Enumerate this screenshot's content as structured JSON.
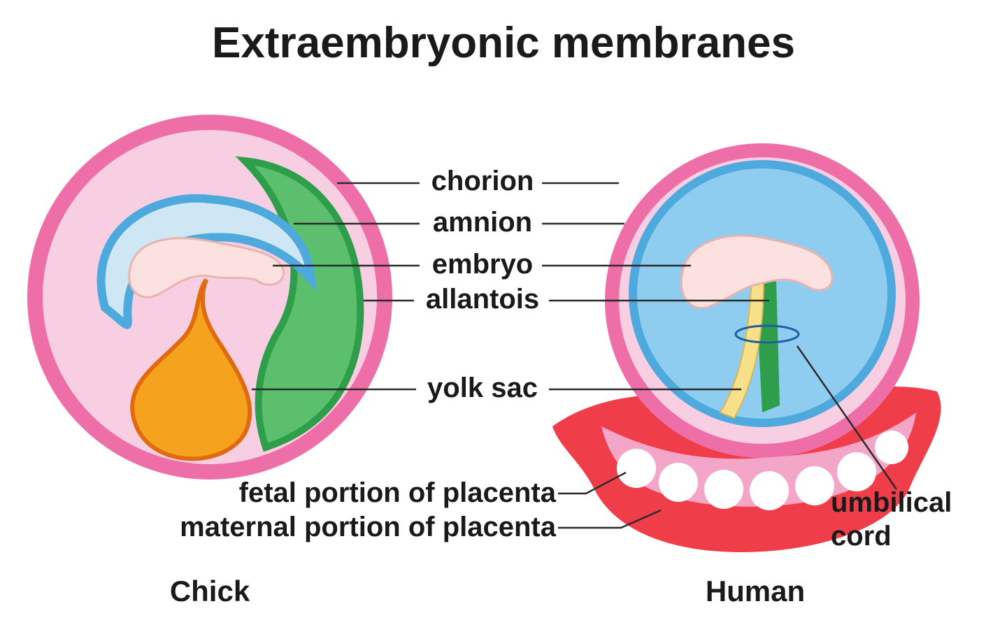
{
  "title": "Extraembryonic membranes",
  "labels": {
    "chorion": "chorion",
    "amnion": "amnion",
    "embryo": "embryo",
    "allantois": "allantois",
    "yolk_sac": "yolk sac",
    "fetal_placenta": "fetal portion of placenta",
    "maternal_placenta": "maternal portion of placenta",
    "umbilical_line1": "umbilical",
    "umbilical_line2": "cord"
  },
  "captions": {
    "chick": "Chick",
    "human": "Human"
  },
  "colors": {
    "chorion": "#ee6fa8",
    "amnion": "#4ea9dc",
    "amniotic_fluid": "#cfe6f5",
    "allantois": "#2f9e4a",
    "yolk": "#f5a21e",
    "embryo": "#fbe2e0",
    "placenta": "#ef3e4a",
    "background_fill": "#f8cfe2"
  }
}
